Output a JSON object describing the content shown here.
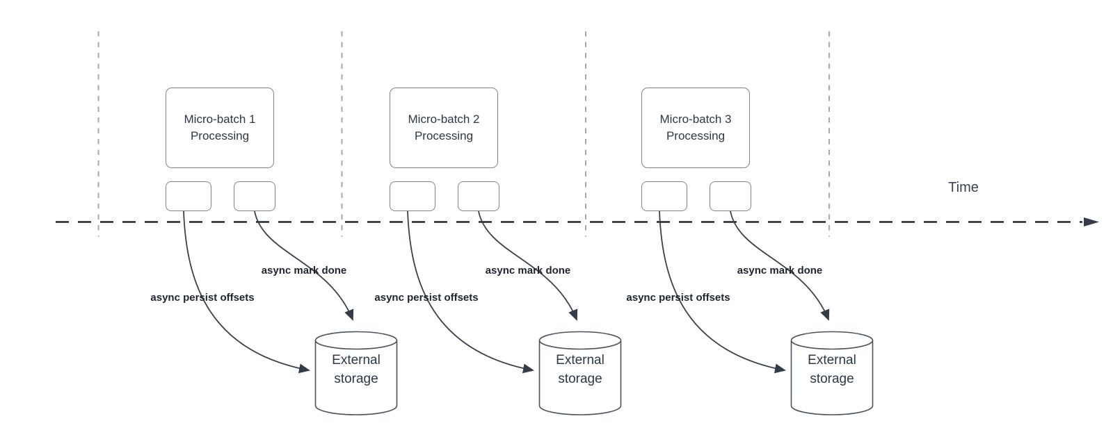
{
  "diagram": {
    "time_label": "Time",
    "colors": {
      "background": "#ffffff",
      "shape_stroke": "#7d838d",
      "edge_stroke": "#39404c",
      "timeline_stroke": "#1f242c",
      "lane_guide_stroke": "#a4a7ad",
      "text_dark": "#2c3845",
      "edge_label_text": "#1e242d"
    },
    "sections": [
      {
        "title": "Micro-batch 1 Processing",
        "persist_label": "async persist offsets",
        "done_label": "async mark done",
        "storage_label": "External storage"
      },
      {
        "title": "Micro-batch 2 Processing",
        "persist_label": "async persist offsets",
        "done_label": "async mark done",
        "storage_label": "External storage"
      },
      {
        "title": "Micro-batch 3 Processing",
        "persist_label": "async persist offsets",
        "done_label": "async mark done",
        "storage_label": "External storage"
      }
    ]
  }
}
